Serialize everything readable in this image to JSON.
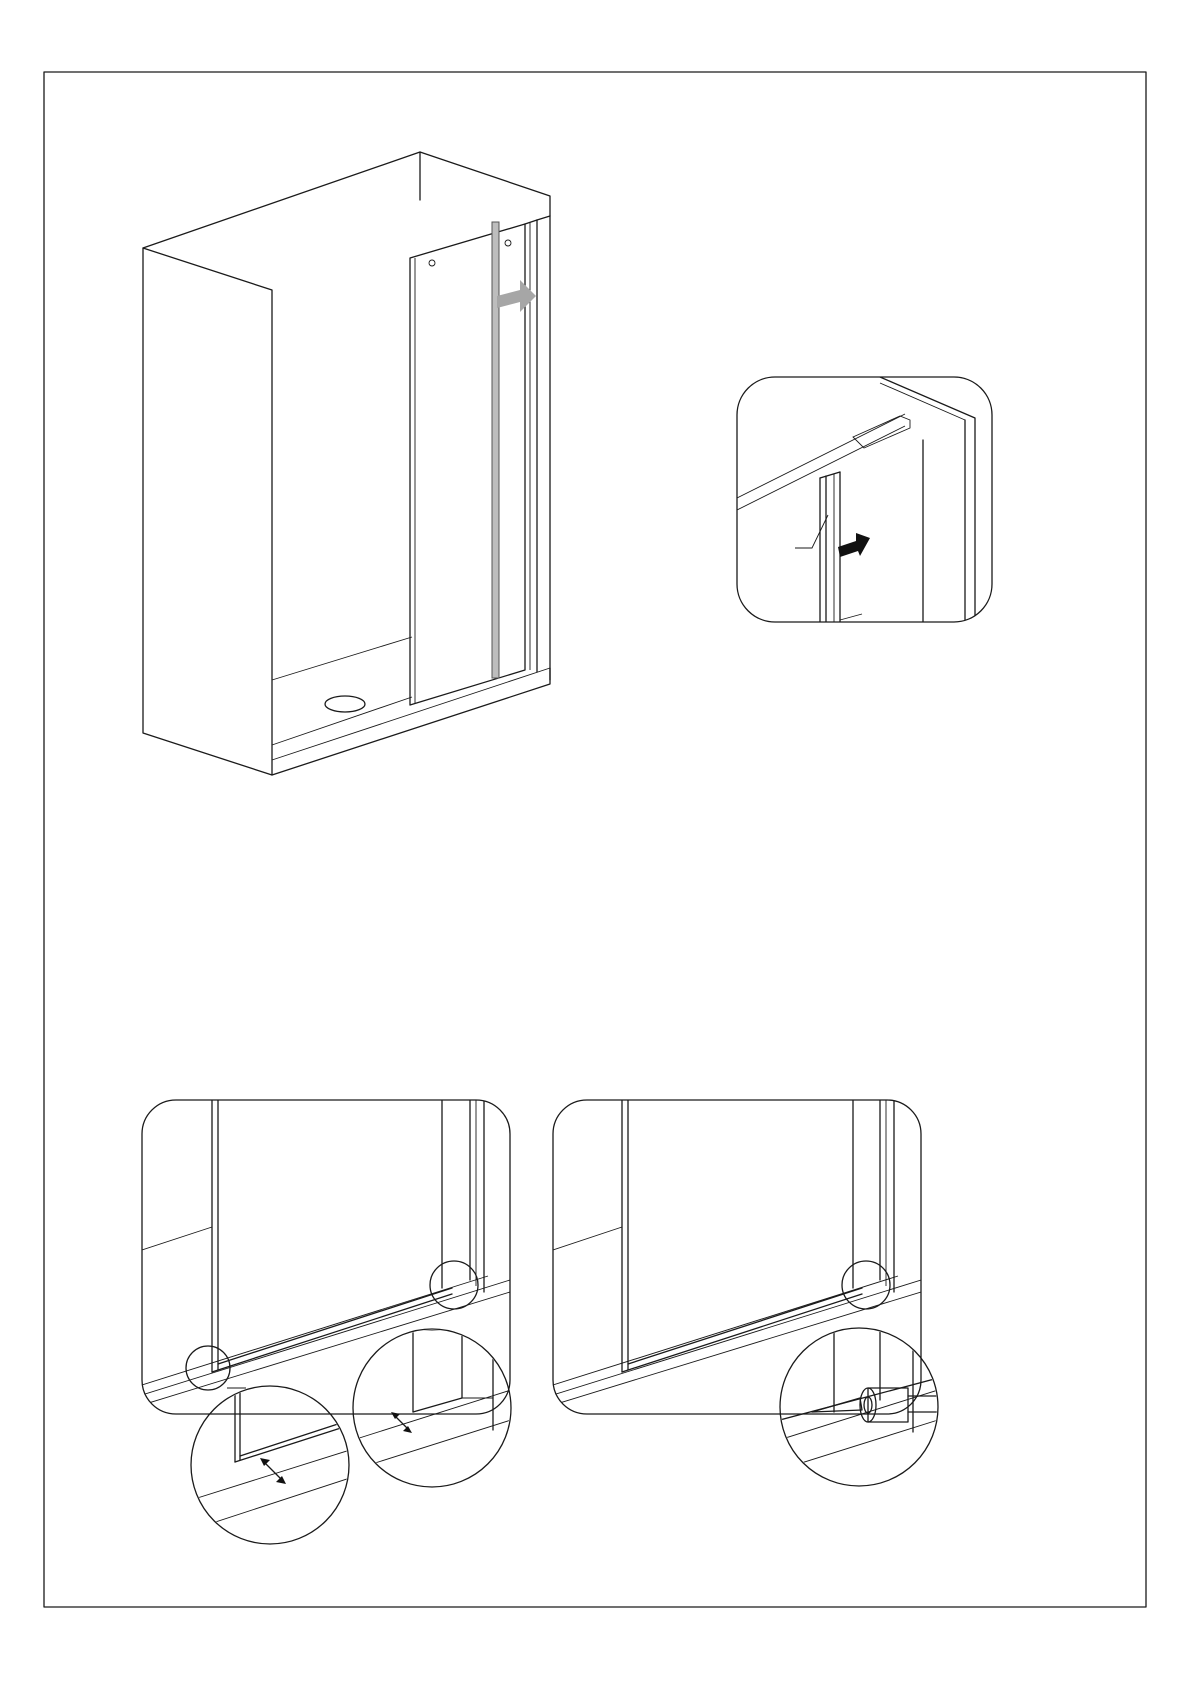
{
  "page": {
    "description_lang": "",
    "stroke_color": "#1a1a1a",
    "background_color": "#ffffff",
    "arrow_grey": "#a6a6a6",
    "arrow_black": "#111111"
  },
  "figures": [
    {
      "id": "enclosure-overview",
      "icon": "shower-enclosure-with-sliding-panel"
    },
    {
      "id": "profile-detail",
      "icon": "wall-profile-insertion-detail"
    },
    {
      "id": "gap-check-detail",
      "icon": "bottom-gap-check-detail"
    },
    {
      "id": "sealant-detail",
      "icon": "silicone-sealant-detail"
    }
  ]
}
